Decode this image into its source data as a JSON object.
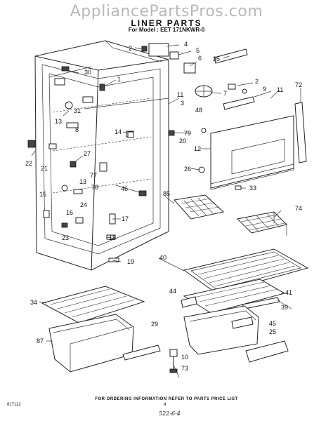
{
  "watermark": "AppliancePartsPros.com",
  "header": {
    "title": "LINER PARTS",
    "model_prefix": "For Model",
    "model": "EET 171NKWR-0"
  },
  "footer": {
    "note": "FOR ORDERING INFORMATION REFER TO PARTS PRICE LIST",
    "catalog_number": "817112",
    "page_number": "4",
    "stamp": "522-6-4"
  },
  "callouts": [
    "2",
    "4",
    "5",
    "6",
    "35",
    "30",
    "1",
    "7",
    "2",
    "9",
    "11",
    "11",
    "72",
    "48",
    "3",
    "31",
    "13",
    "8",
    "14",
    "79",
    "20",
    "12",
    "22",
    "21",
    "27",
    "77",
    "26",
    "13",
    "78",
    "46",
    "33",
    "15",
    "24",
    "85",
    "74",
    "16",
    "17",
    "23",
    "18",
    "19",
    "40",
    "44",
    "41",
    "39",
    "34",
    "29",
    "45",
    "25",
    "87",
    "10",
    "73"
  ]
}
